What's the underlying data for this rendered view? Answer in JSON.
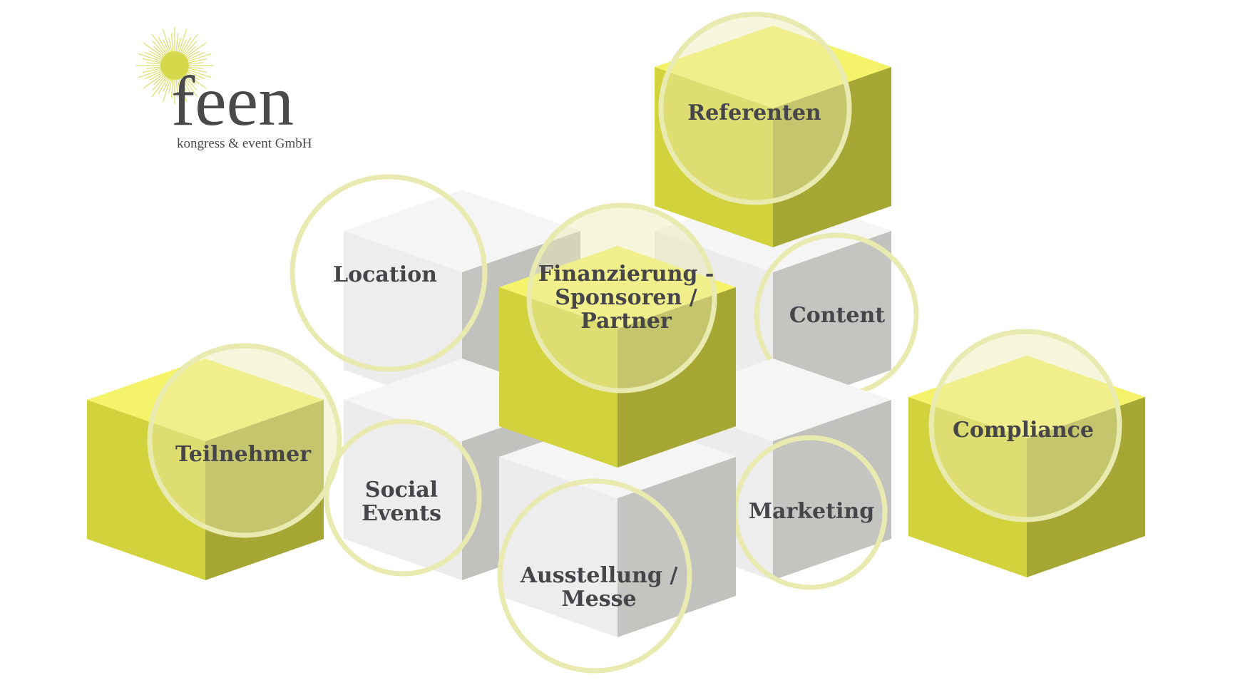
{
  "logo": {
    "word": "feen",
    "subtitle": "kongress & event GmbH",
    "sun_color": "#d4d84a"
  },
  "colors": {
    "yellow_top": "#f4f36a",
    "yellow_left": "#d2d23c",
    "yellow_right": "#a6a634",
    "gray_top": "#f5f5f5",
    "gray_left": "#ececec",
    "gray_right": "#c1c2be",
    "ring": "#e8eab0",
    "text": "#45454a"
  },
  "cubes": [
    {
      "id": "location",
      "tone": "gray",
      "lines": [
        "Location"
      ]
    },
    {
      "id": "content",
      "tone": "gray",
      "lines": [
        "Content"
      ]
    },
    {
      "id": "social-events",
      "tone": "gray",
      "lines": [
        "Social",
        "Events"
      ]
    },
    {
      "id": "marketing",
      "tone": "gray",
      "lines": [
        "Marketing"
      ]
    },
    {
      "id": "ausstellung-messe",
      "tone": "gray",
      "lines": [
        "Ausstellung /",
        "Messe"
      ]
    },
    {
      "id": "referenten",
      "tone": "yellow",
      "lines": [
        "Referenten"
      ]
    },
    {
      "id": "finanzierung",
      "tone": "yellow",
      "lines": [
        "Finanzierung -",
        "Sponsoren /",
        "Partner"
      ]
    },
    {
      "id": "teilnehmer",
      "tone": "yellow",
      "lines": [
        "Teilnehmer"
      ]
    },
    {
      "id": "compliance",
      "tone": "yellow",
      "lines": [
        "Compliance"
      ]
    }
  ]
}
